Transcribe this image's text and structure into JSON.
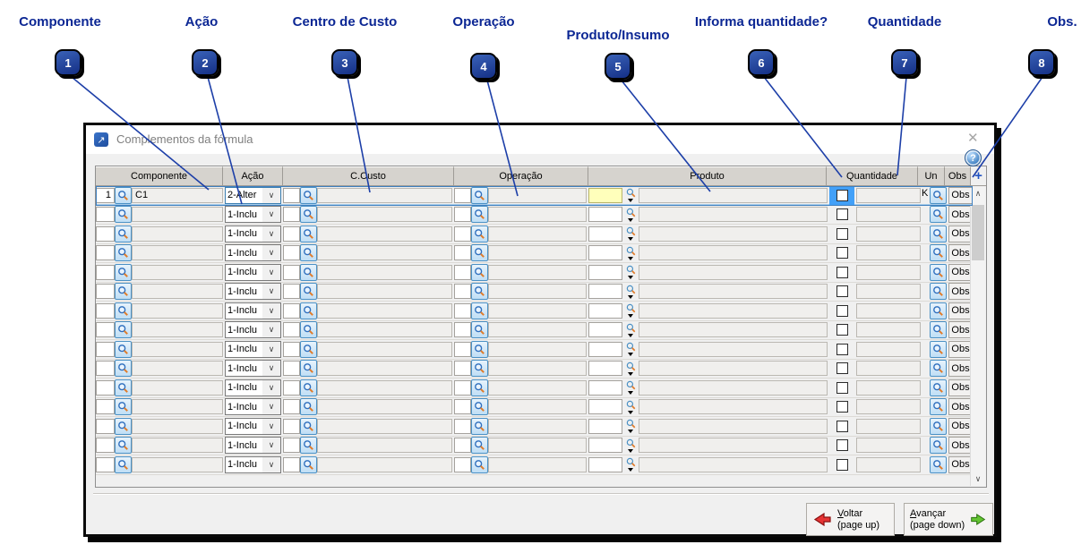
{
  "callouts": [
    {
      "num": "1",
      "label": "Componente"
    },
    {
      "num": "2",
      "label": "Ação"
    },
    {
      "num": "3",
      "label": "Centro de Custo"
    },
    {
      "num": "4",
      "label": "Operação"
    },
    {
      "num": "5",
      "label": "Produto/Insumo"
    },
    {
      "num": "6",
      "label": "Informa quantidade?"
    },
    {
      "num": "7",
      "label": "Quantidade"
    },
    {
      "num": "8",
      "label": "Obs."
    }
  ],
  "window": {
    "title": "Complementos da fórmula",
    "close": "✕",
    "help": "?"
  },
  "grid": {
    "headers": {
      "componente": "Componente",
      "acao": "Ação",
      "ccusto": "C.Custo",
      "operacao": "Operação",
      "produto": "Produto",
      "quantidade": "Quantidade",
      "un": "Un",
      "obs": "Obs",
      "add": "+"
    },
    "rows": [
      {
        "num": "1",
        "componente": "C1",
        "acao": "2-Alter",
        "produto_code": "",
        "produto": "",
        "quantidade": "",
        "un": "K",
        "obs": "Obs",
        "checked": false,
        "selected": true
      },
      {
        "num": "",
        "componente": "",
        "acao": "1-Inclu",
        "produto_code": "",
        "produto": "",
        "quantidade": "",
        "un": "",
        "obs": "Obs",
        "checked": false,
        "selected": false
      },
      {
        "num": "",
        "componente": "",
        "acao": "1-Inclu",
        "produto_code": "",
        "produto": "",
        "quantidade": "",
        "un": "",
        "obs": "Obs",
        "checked": false,
        "selected": false
      },
      {
        "num": "",
        "componente": "",
        "acao": "1-Inclu",
        "produto_code": "",
        "produto": "",
        "quantidade": "",
        "un": "",
        "obs": "Obs",
        "checked": false,
        "selected": false
      },
      {
        "num": "",
        "componente": "",
        "acao": "1-Inclu",
        "produto_code": "",
        "produto": "",
        "quantidade": "",
        "un": "",
        "obs": "Obs",
        "checked": false,
        "selected": false
      },
      {
        "num": "",
        "componente": "",
        "acao": "1-Inclu",
        "produto_code": "",
        "produto": "",
        "quantidade": "",
        "un": "",
        "obs": "Obs",
        "checked": false,
        "selected": false
      },
      {
        "num": "",
        "componente": "",
        "acao": "1-Inclu",
        "produto_code": "",
        "produto": "",
        "quantidade": "",
        "un": "",
        "obs": "Obs",
        "checked": false,
        "selected": false
      },
      {
        "num": "",
        "componente": "",
        "acao": "1-Inclu",
        "produto_code": "",
        "produto": "",
        "quantidade": "",
        "un": "",
        "obs": "Obs",
        "checked": false,
        "selected": false
      },
      {
        "num": "",
        "componente": "",
        "acao": "1-Inclu",
        "produto_code": "",
        "produto": "",
        "quantidade": "",
        "un": "",
        "obs": "Obs",
        "checked": false,
        "selected": false
      },
      {
        "num": "",
        "componente": "",
        "acao": "1-Inclu",
        "produto_code": "",
        "produto": "",
        "quantidade": "",
        "un": "",
        "obs": "Obs",
        "checked": false,
        "selected": false
      },
      {
        "num": "",
        "componente": "",
        "acao": "1-Inclu",
        "produto_code": "",
        "produto": "",
        "quantidade": "",
        "un": "",
        "obs": "Obs",
        "checked": false,
        "selected": false
      },
      {
        "num": "",
        "componente": "",
        "acao": "1-Inclu",
        "produto_code": "",
        "produto": "",
        "quantidade": "",
        "un": "",
        "obs": "Obs",
        "checked": false,
        "selected": false
      },
      {
        "num": "",
        "componente": "",
        "acao": "1-Inclu",
        "produto_code": "",
        "produto": "",
        "quantidade": "",
        "un": "",
        "obs": "Obs",
        "checked": false,
        "selected": false
      },
      {
        "num": "",
        "componente": "",
        "acao": "1-Inclu",
        "produto_code": "",
        "produto": "",
        "quantidade": "",
        "un": "",
        "obs": "Obs",
        "checked": false,
        "selected": false
      },
      {
        "num": "",
        "componente": "",
        "acao": "1-Inclu",
        "produto_code": "",
        "produto": "",
        "quantidade": "",
        "un": "",
        "obs": "Obs",
        "checked": false,
        "selected": false
      }
    ],
    "scroll_up": "∧",
    "scroll_down": "∨"
  },
  "buttons": {
    "voltar": {
      "label": "Voltar",
      "sub": "(page up)"
    },
    "avancar": {
      "label": "Avançar",
      "sub": "(page down)"
    }
  },
  "colors": {
    "callout_navy": "#0c2794",
    "selection_blue": "#3f80c0",
    "checkbox_focus_blue": "#42a0f8",
    "focused_field_yellow": "#ffffbb",
    "accent_blue": "#2456c4"
  }
}
